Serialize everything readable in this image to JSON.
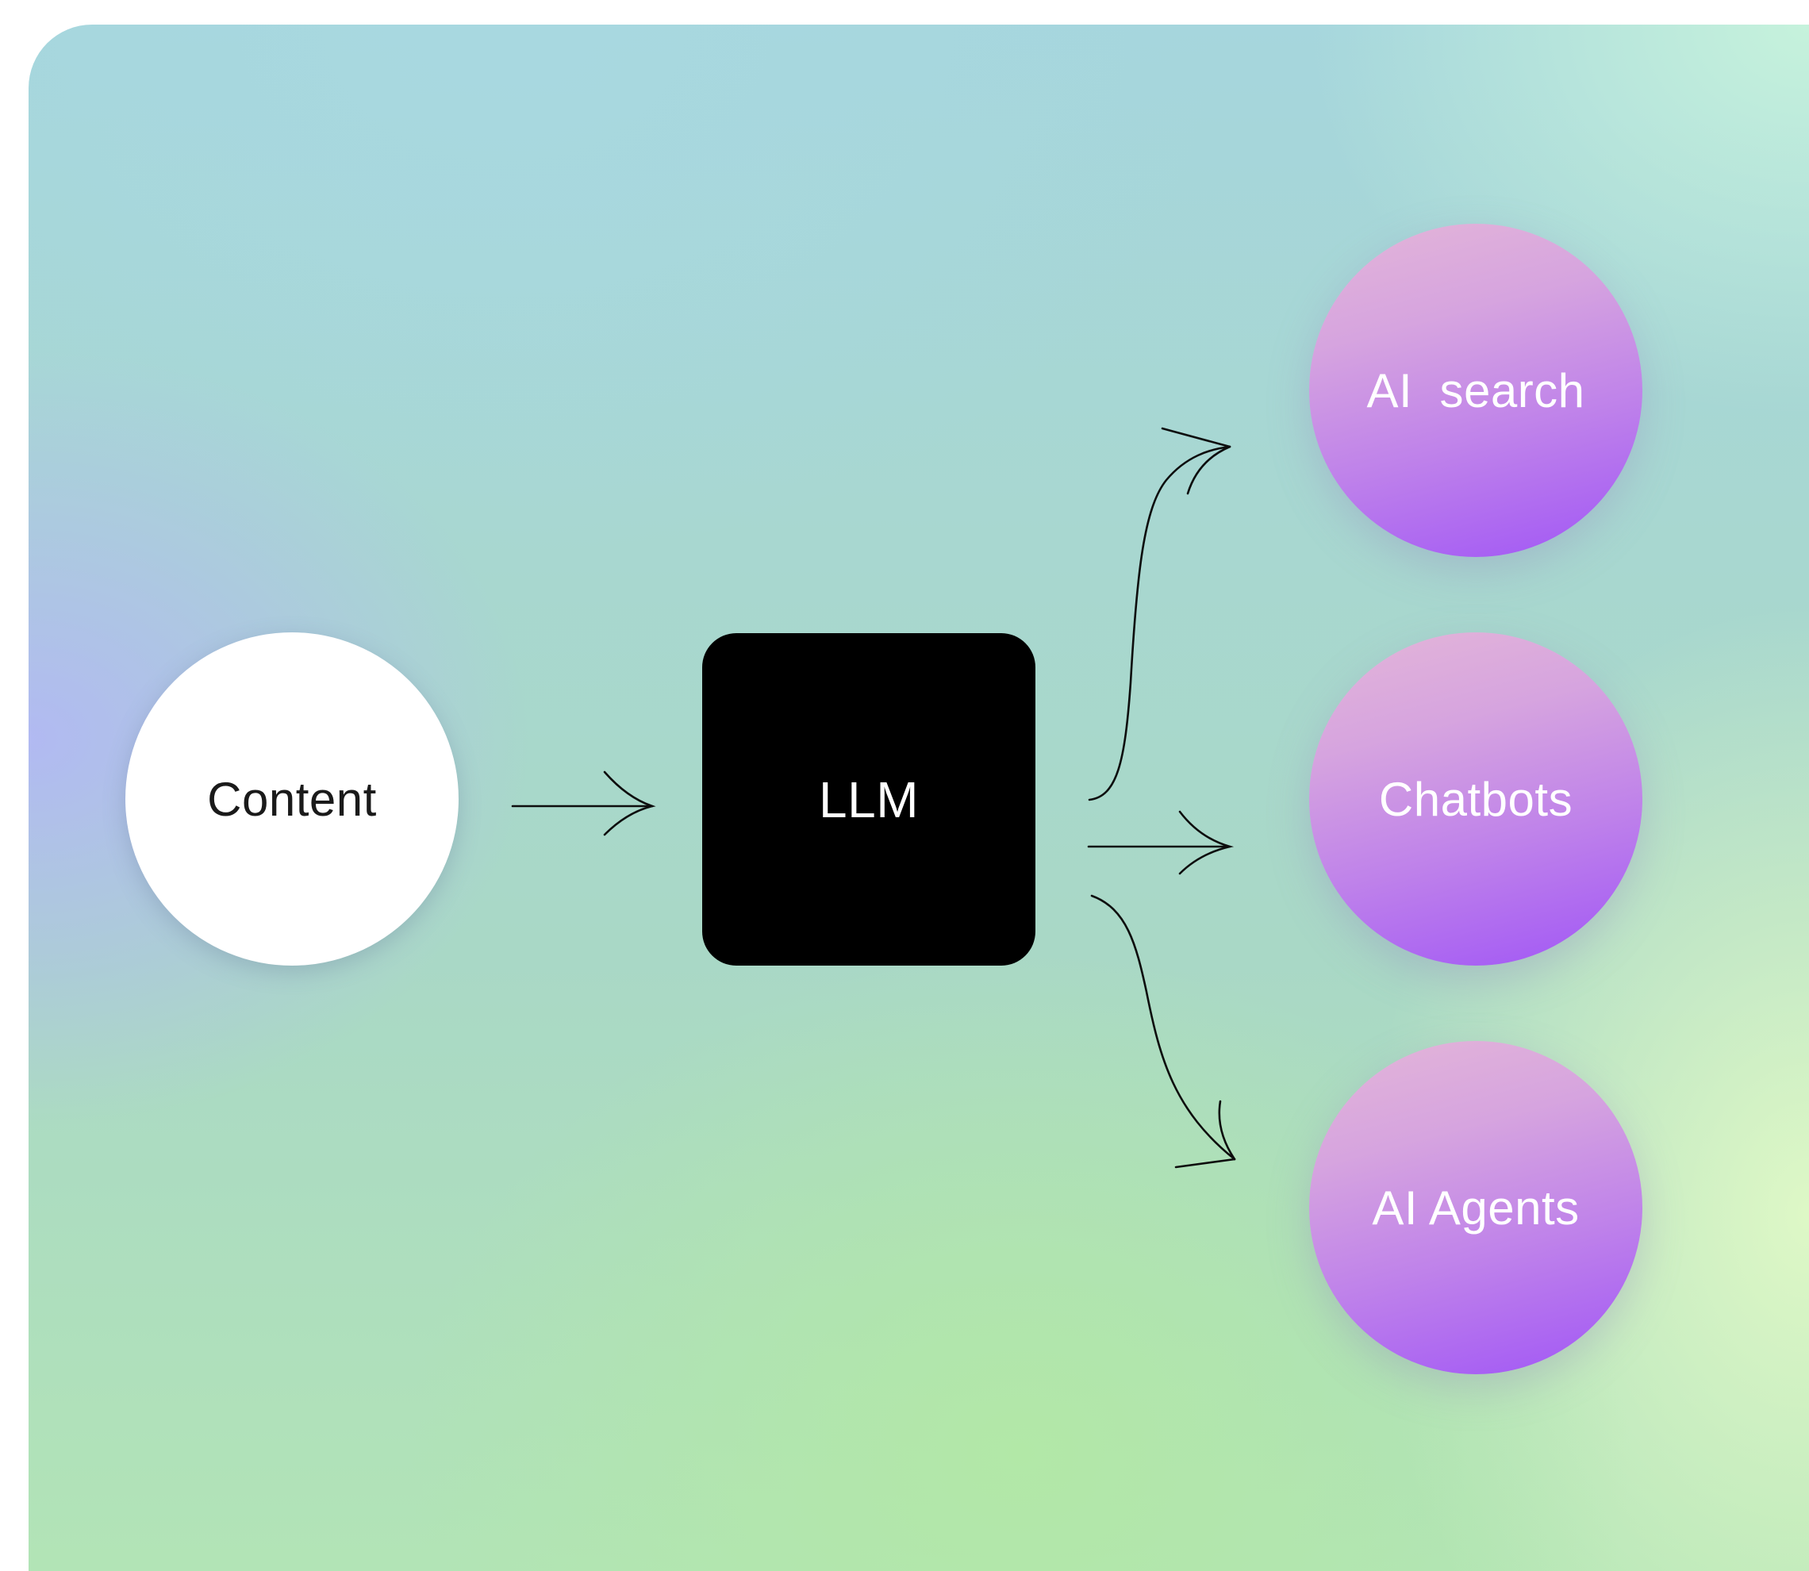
{
  "diagram": {
    "title": "Content to LLM to AI applications flow",
    "input_node": {
      "label": "Content"
    },
    "model_node": {
      "label": "LLM"
    },
    "output_nodes": [
      {
        "label": "AI  search"
      },
      {
        "label": "Chatbots"
      },
      {
        "label": "AI Agents"
      }
    ],
    "edges": [
      {
        "from": "Content",
        "to": "LLM"
      },
      {
        "from": "LLM",
        "to": "AI  search"
      },
      {
        "from": "LLM",
        "to": "Chatbots"
      },
      {
        "from": "LLM",
        "to": "AI Agents"
      }
    ],
    "colors": {
      "input_fill": "#ffffff",
      "input_text": "#1a1a1a",
      "model_fill": "#000000",
      "model_text": "#ffffff",
      "output_gradient_top": "#e4b6d8",
      "output_gradient_bottom": "#a055f6",
      "output_text": "#ffffff",
      "arrow": "#0d0d0d"
    }
  }
}
